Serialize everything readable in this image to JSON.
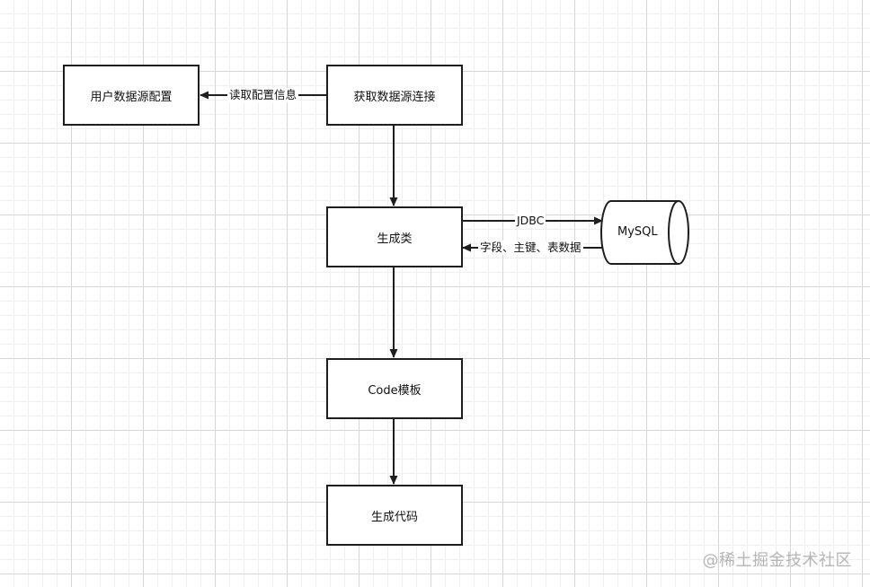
{
  "nodes": {
    "user_datasource_config": "用户数据源配置",
    "get_datasource_connection": "获取数据源连接",
    "generate_class": "生成类",
    "code_template": "Code模板",
    "generate_code": "生成代码",
    "database": "MySQL"
  },
  "edges": {
    "read_config": "读取配置信息",
    "jdbc": "JDBC",
    "return_metadata": "字段、主键、表数据"
  },
  "watermark": "@稀土掘金技术社区"
}
